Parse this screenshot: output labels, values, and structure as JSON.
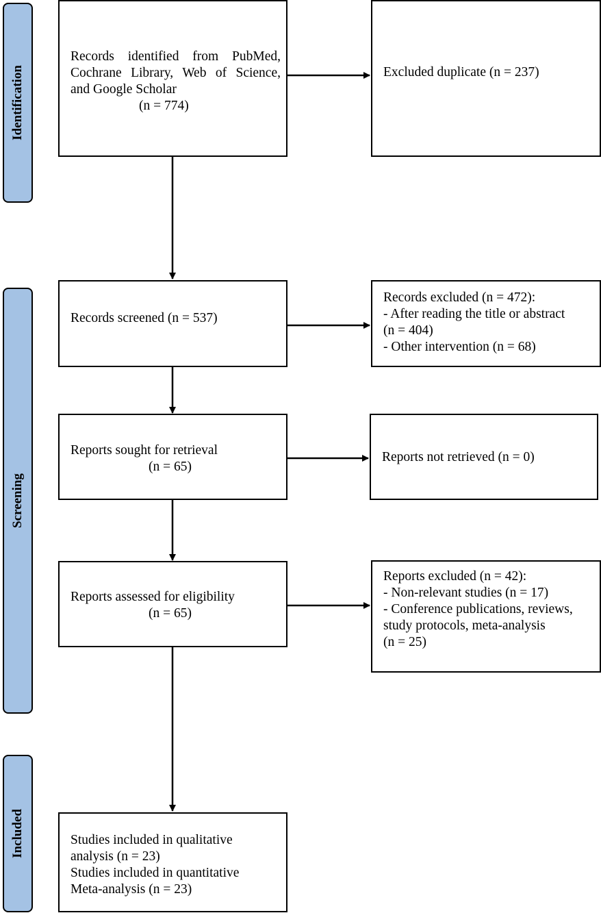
{
  "phases": {
    "identification": "Identification",
    "screening": "Screening",
    "included": "Included"
  },
  "boxes": {
    "identified": [
      "Records identified from PubMed,",
      "Cochrane Library, Web of Science,",
      "and Google Scholar",
      "(n = 774)"
    ],
    "duplicates": [
      "Excluded duplicate (n = 237)"
    ],
    "screened": [
      "Records screened (n = 537)"
    ],
    "records_excluded": [
      "Records excluded (n = 472):",
      "- After reading the title or abstract",
      "(n = 404)",
      "- Other intervention (n = 68)"
    ],
    "sought": [
      "Reports sought for retrieval",
      "(n = 65)"
    ],
    "not_retrieved": [
      "Reports not retrieved (n = 0)"
    ],
    "assessed": [
      "Reports assessed for eligibility",
      "(n = 65)"
    ],
    "reports_excluded": [
      "Reports excluded (n = 42):",
      "- Non-relevant studies (n = 17)",
      "- Conference publications, reviews,",
      "study protocols, meta-analysis",
      "(n = 25)"
    ],
    "included": [
      "Studies included in qualitative",
      "analysis (n = 23)",
      "Studies included in quantitative",
      "Meta-analysis (n = 23)"
    ]
  }
}
